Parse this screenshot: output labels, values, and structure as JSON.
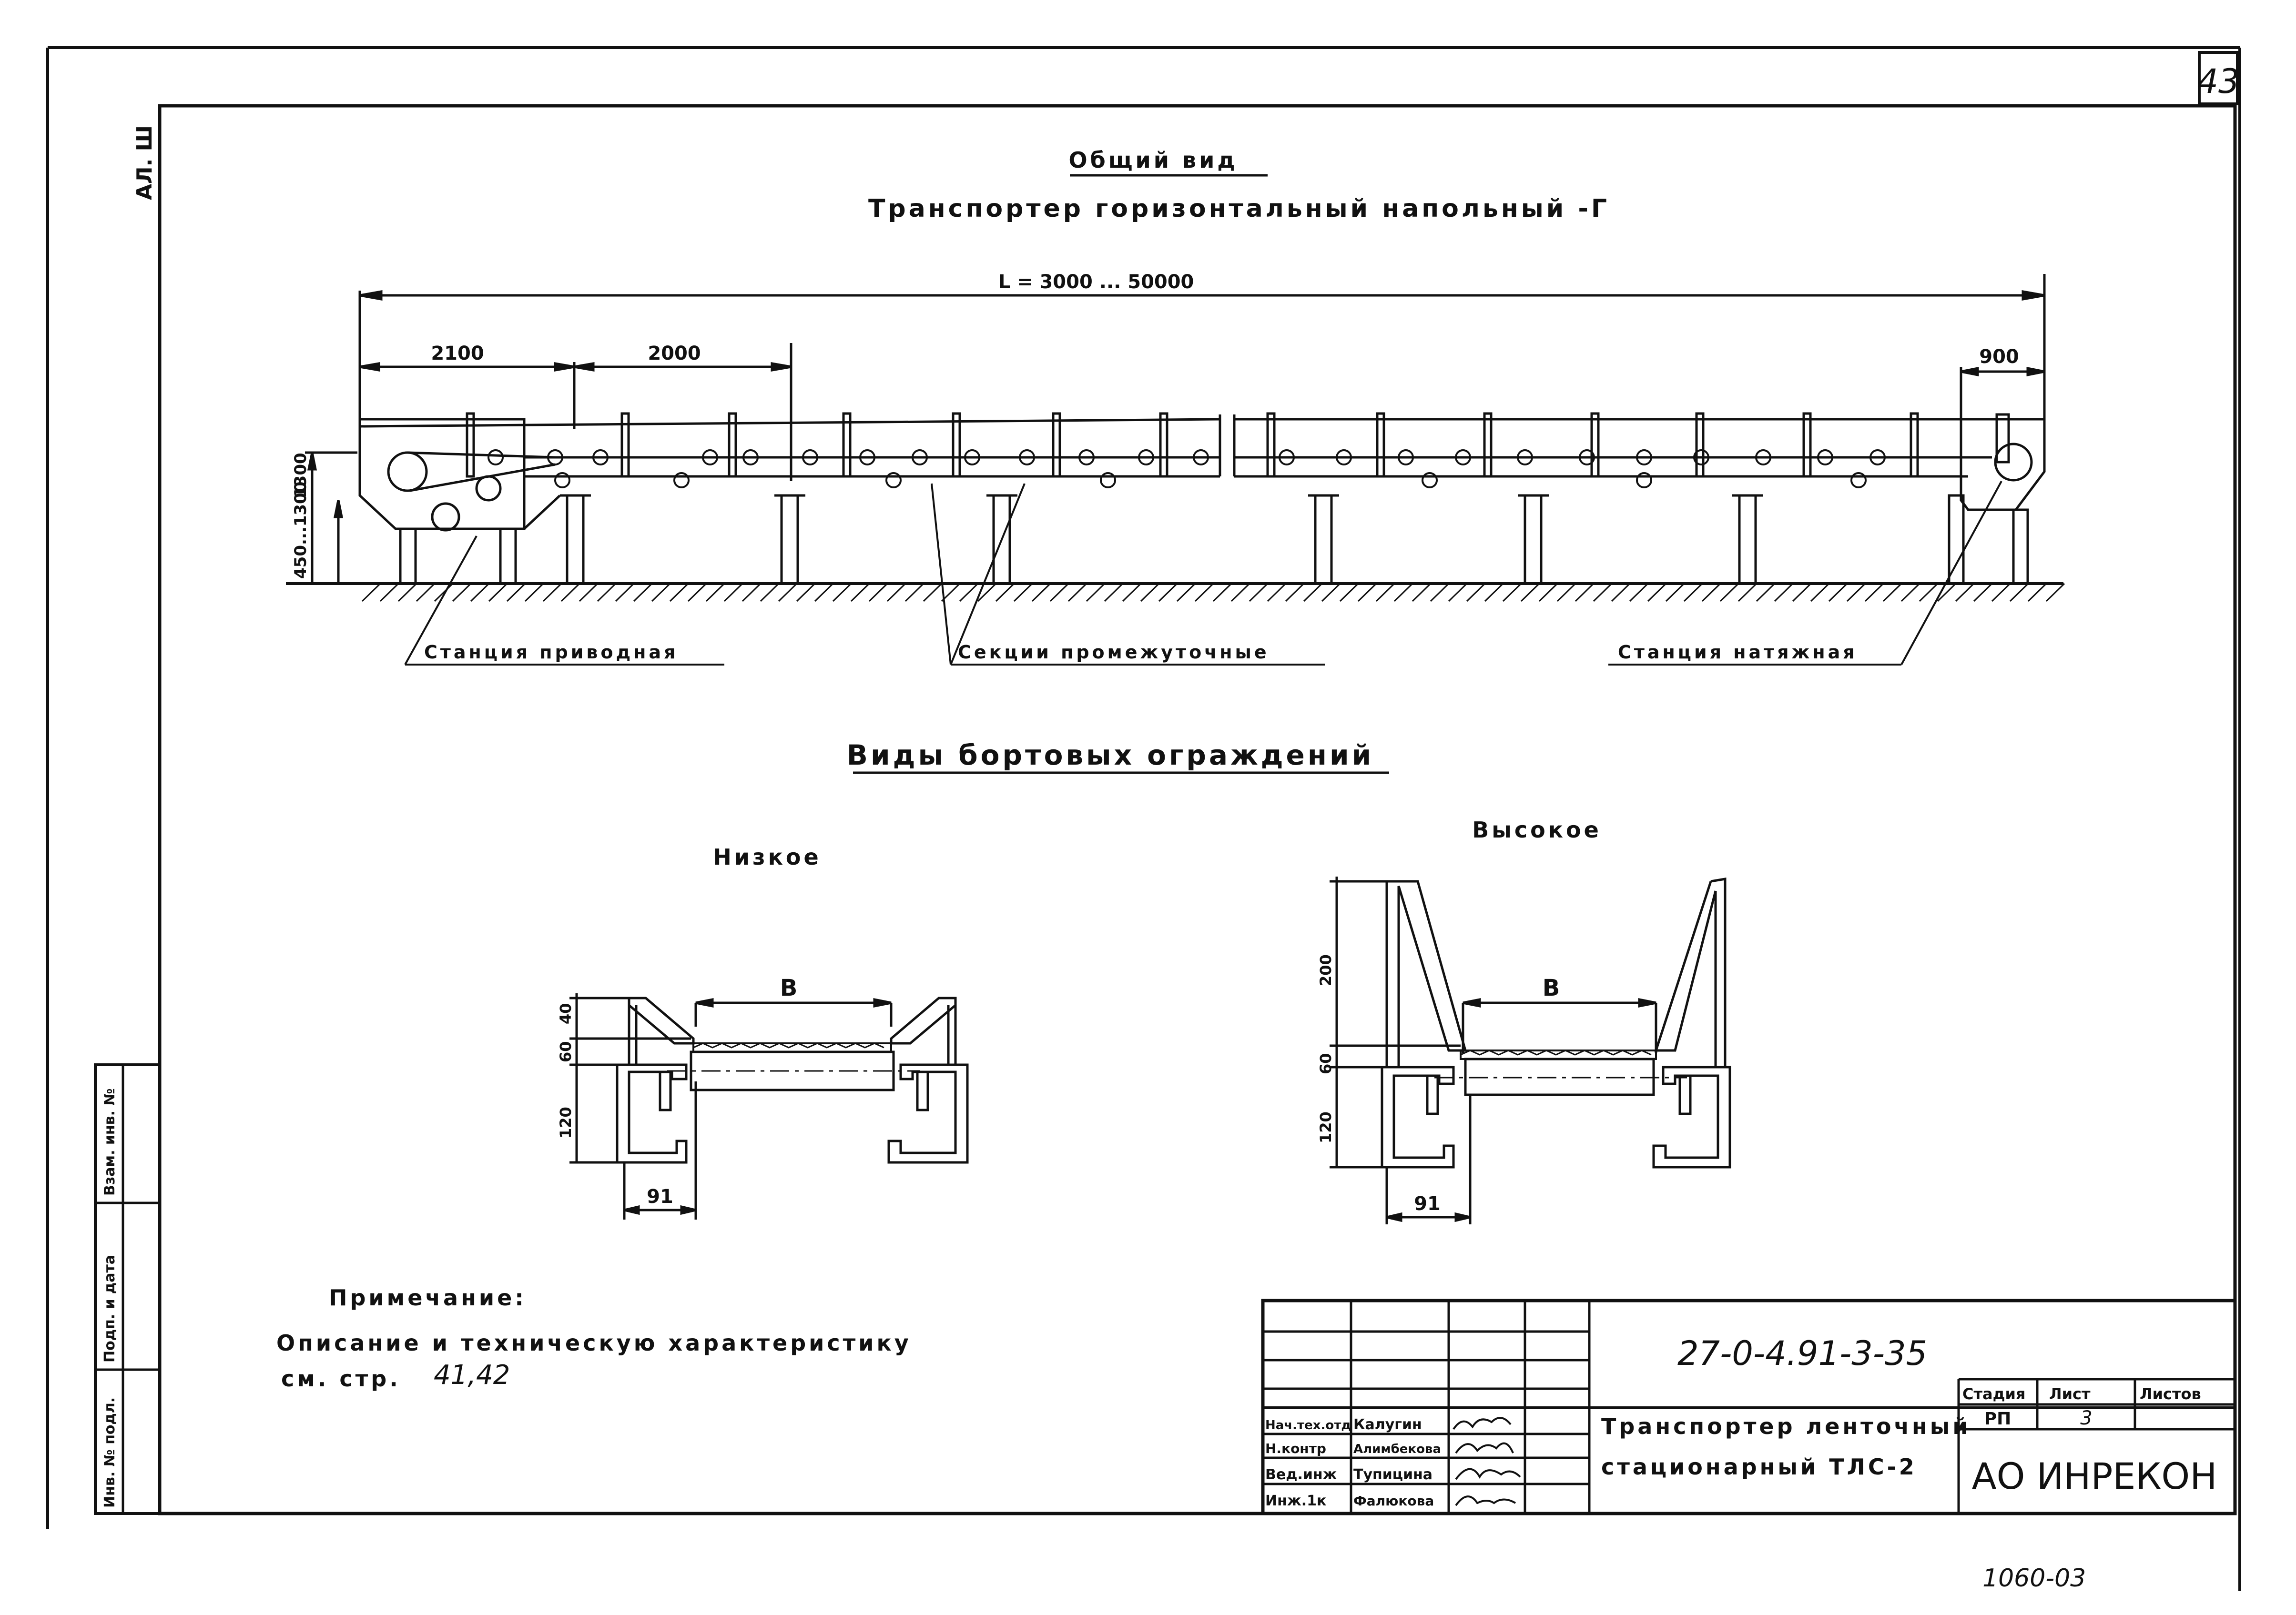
{
  "sheet_number": "43",
  "side_code": "АЛ. Ш",
  "general_view": {
    "heading": "Общий вид",
    "title": "Транспортер горизонтальный напольный -Г",
    "dim_total": "L = 3000 ... 50000",
    "dim_drive": "2100",
    "dim_section": "2000",
    "dim_tail": "900",
    "dim_height_total": "1300",
    "dim_height": "450...1300",
    "label_drive": "Станция приводная",
    "label_sections": "Секции промежуточные",
    "label_tension": "Станция натяжная"
  },
  "guards": {
    "heading": "Виды бортовых ограждений",
    "low": {
      "title": "Низкое",
      "dim_b": "B",
      "dim_40": "40",
      "dim_60": "60",
      "dim_120": "120",
      "dim_91": "91"
    },
    "high": {
      "title": "Высокое",
      "dim_b": "B",
      "dim_200": "200",
      "dim_60": "60",
      "dim_120": "120",
      "dim_91": "91"
    }
  },
  "note": {
    "heading": "Примечание:",
    "line1": "Описание и техническую характеристику",
    "line2_prefix": "см. стр.",
    "line2_pages": "41,42"
  },
  "left_strip": {
    "c1": "Инв. № подл.",
    "c2": "Подп. и дата",
    "c3": "Взам. инв. №"
  },
  "title_block": {
    "doc_code": "27-0-4.91-3-35",
    "signers": [
      {
        "role": "Нач.тех.отд",
        "name": "Калугин"
      },
      {
        "role": "Н.контр",
        "name": "Алимбекова"
      },
      {
        "role": "Вед.инж",
        "name": "Тупицина"
      },
      {
        "role": "Инж.1к",
        "name": "Фалюкова"
      }
    ],
    "product_line1": "Транспортер ленточный",
    "product_line2": "стационарный ТЛС-2",
    "stage_header": "Стадия",
    "sheet_header": "Лист",
    "sheets_header": "Листов",
    "stage": "РП",
    "sheet": "3",
    "sheets": "",
    "company": "АО ИНРЕКОН"
  },
  "bottom_mark": "1060-03"
}
